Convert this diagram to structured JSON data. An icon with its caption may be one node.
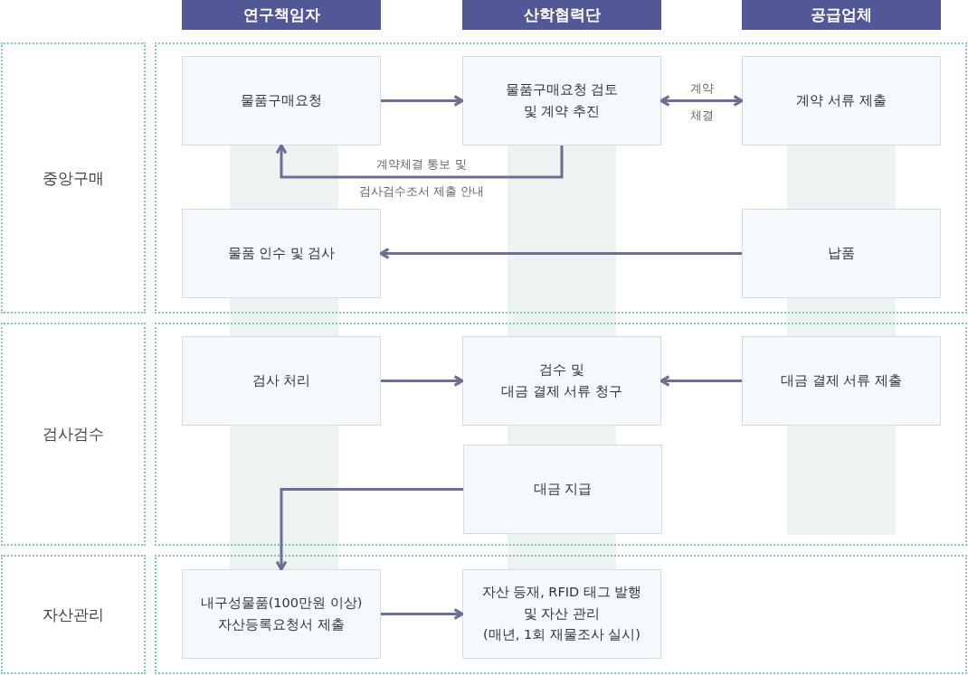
{
  "diagram": {
    "nodes": [
      {
        "text": [
          "연구책임자"
        ]
      },
      {
        "text": [
          "산학협력단"
        ]
      },
      {
        "text": [
          "공급업체"
        ]
      },
      {
        "text": [
          "중앙구매"
        ]
      },
      {
        "text": [],
        "shape": "box"
      },
      {
        "text": [
          "물품구매요청"
        ],
        "in": 4
      },
      {
        "text": [
          "물품구매요청 검토 및 계약 추진"
        ],
        "in": 4
      },
      {
        "text": [
          "계약 서류 제출"
        ],
        "in": 4
      },
      {
        "text": [
          "물품 인수 및 검사"
        ],
        "in": 4
      },
      {
        "text": [
          "납품"
        ],
        "in": 4
      },
      {
        "text": [
          "검사검수"
        ]
      },
      {
        "text": [],
        "shape": "box"
      },
      {
        "text": [
          "검사 처리"
        ],
        "in": 11
      },
      {
        "text": [
          "검수 및 대금 결제 서류 청구"
        ],
        "in": 11
      },
      {
        "text": [
          "대금 결제 서류 제출"
        ],
        "in": 11
      },
      {
        "text": [
          "대금 지급"
        ],
        "in": 11
      },
      {
        "text": [
          "자산관리"
        ]
      },
      {
        "text": [],
        "shape": "box"
      },
      {
        "text": [
          "내구성물품(100만원 이상) 자산등록요청서 제출"
        ],
        "in": 17
      },
      {
        "text": [
          "자산 등재, RFID 태그 발행 및 자산 관리 (매년, 1회 재물조사 실시)"
        ],
        "in": 17
      }
    ],
    "edges": [
      {
        "from": 5,
        "to": 6,
        "arrow": "to"
      },
      {
        "from": 6,
        "to": 7,
        "arrow": "both",
        "label": "계약 체결"
      },
      {
        "from": 6,
        "to": 5,
        "arrow": "to",
        "label": "계약체결 통보 및 검사검수조서 제출 안내"
      },
      {
        "from": 9,
        "to": 8,
        "arrow": "to"
      },
      {
        "from": 12,
        "to": 13,
        "arrow": "to"
      },
      {
        "from": 14,
        "to": 13,
        "arrow": "to"
      },
      {
        "from": 15,
        "to": 18,
        "arrow": "to"
      },
      {
        "from": 18,
        "to": 19,
        "arrow": "to"
      }
    ]
  }
}
